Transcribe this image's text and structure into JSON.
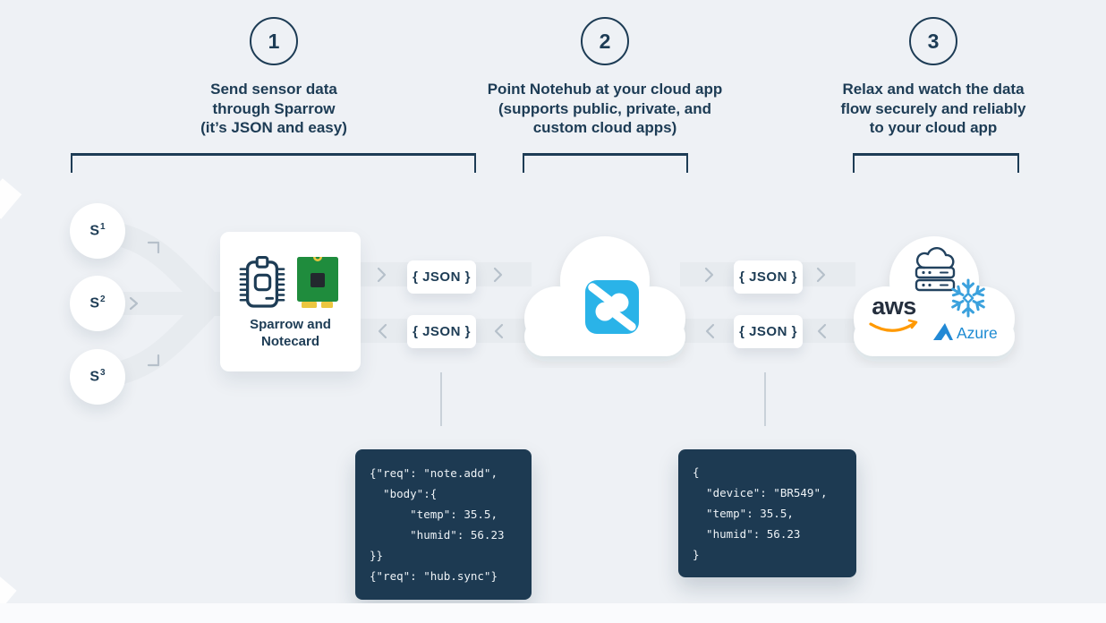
{
  "steps": [
    {
      "number": "1",
      "lines": [
        "Send sensor data",
        "through Sparrow",
        "(it’s JSON and easy)"
      ]
    },
    {
      "number": "2",
      "lines": [
        "Point Notehub at your cloud app",
        "(supports public, private, and",
        "custom cloud apps)"
      ]
    },
    {
      "number": "3",
      "lines": [
        "Relax and watch the data",
        "flow securely and reliably",
        "to your cloud app"
      ]
    }
  ],
  "sensors": [
    {
      "base": "S",
      "sup": "1"
    },
    {
      "base": "S",
      "sup": "2"
    },
    {
      "base": "S",
      "sup": "3"
    }
  ],
  "device_card": {
    "lines": [
      "Sparrow and",
      "Notecard"
    ]
  },
  "json_badge_label": "{ JSON }",
  "code_blocks": [
    {
      "lines": [
        "{\"req\": \"note.add\",",
        "  \"body\":{",
        "      \"temp\": 35.5,",
        "      \"humid\": 56.23",
        "}}",
        "{\"req\": \"hub.sync\"}"
      ]
    },
    {
      "lines": [
        "{",
        "  \"device\": \"BR549\",",
        "  \"temp\": 35.5,",
        "  \"humid\": 56.23",
        "}"
      ]
    }
  ],
  "logos": {
    "aws": "aws",
    "azure": "Azure"
  },
  "icons": [
    "sparrow-chip-icon",
    "notecard-icon",
    "notehub-logo",
    "cloud-server-icon",
    "snowflake-logo",
    "aws-logo",
    "azure-logo"
  ],
  "colors": {
    "background": "#eef1f5",
    "navy": "#1d3c55",
    "band_gray": "#e7ebef",
    "chevron_gray": "#b6c0ca",
    "notehub_blue": "#2bb3e8",
    "aws_orange": "#ff9900",
    "azure_blue": "#2089d5",
    "snowflake_blue": "#3ba1dd",
    "notecard_green": "#1f8c3d",
    "notecard_gold": "#ecc63f",
    "code_bg": "#1d3a52",
    "code_text": "#edf2f6"
  }
}
